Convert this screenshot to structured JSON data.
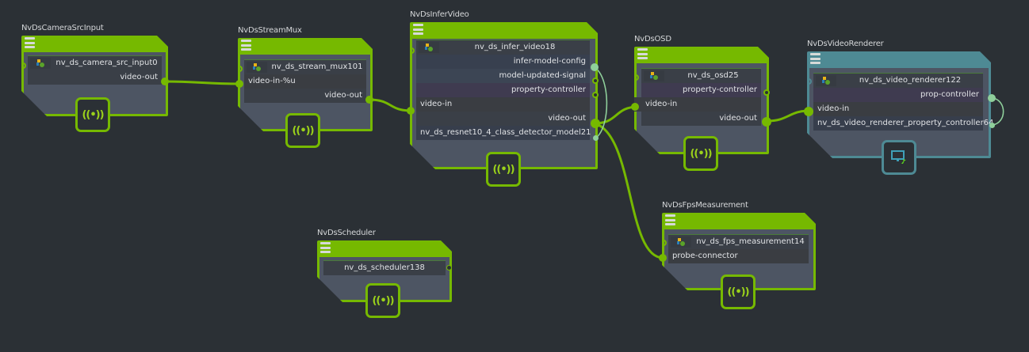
{
  "colors": {
    "background": "#2b3035",
    "accent_green": "#76b900",
    "accent_teal": "#4e8a94",
    "node_body": "#4d5563",
    "link_teal": "#8fcf9b"
  },
  "nodes": {
    "camera": {
      "type": "NvDsCameraSrcInput",
      "component": "nv_ds_camera_src_input0",
      "ports": [
        "video-out"
      ],
      "badge_icon": "broadcast-icon"
    },
    "mux": {
      "type": "NvDsStreamMux",
      "component": "nv_ds_stream_mux101",
      "ports": [
        "video-in-%u",
        "video-out"
      ],
      "badge_icon": "broadcast-icon"
    },
    "infer": {
      "type": "NvDsInferVideo",
      "component": "nv_ds_infer_video18",
      "ports": [
        "infer-model-config",
        "model-updated-signal",
        "property-controller",
        "video-in",
        "video-out",
        "nv_ds_resnet10_4_class_detector_model21"
      ],
      "badge_icon": "broadcast-icon"
    },
    "osd": {
      "type": "NvDsOSD",
      "component": "nv_ds_osd25",
      "ports": [
        "property-controller",
        "video-in",
        "video-out"
      ],
      "badge_icon": "broadcast-icon"
    },
    "renderer": {
      "type": "NvDsVideoRenderer",
      "component": "nv_ds_video_renderer122",
      "ports": [
        "prop-controller",
        "video-in",
        "nv_ds_video_renderer_property_controller64"
      ],
      "badge_icon": "monitor-icon"
    },
    "fps": {
      "type": "NvDsFpsMeasurement",
      "component": "nv_ds_fps_measurement14",
      "ports": [
        "probe-connector"
      ],
      "badge_icon": "broadcast-icon"
    },
    "scheduler": {
      "type": "NvDsScheduler",
      "component": "nv_ds_scheduler138",
      "badge_icon": "broadcast-icon"
    }
  },
  "badge_glyph": "((•))"
}
